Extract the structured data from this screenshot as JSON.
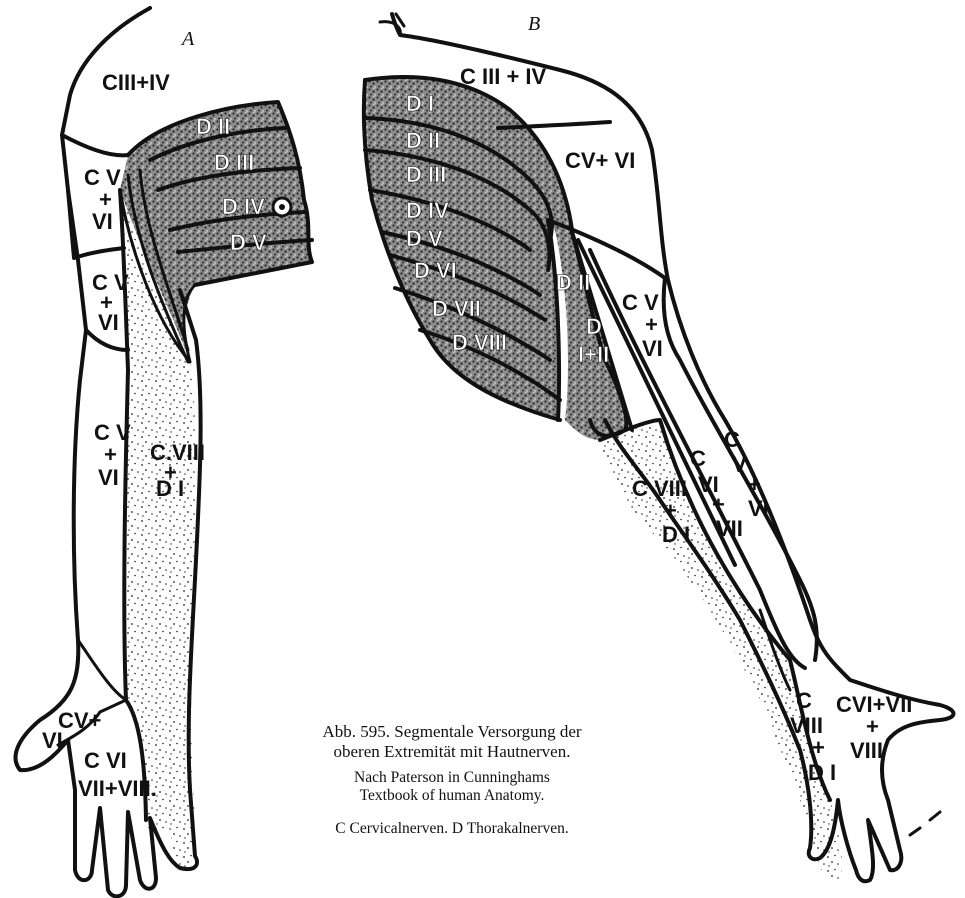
{
  "panel_labels": {
    "a": "A",
    "b": "B"
  },
  "labels_a": {
    "c3_4": "CIII+IV",
    "cv_vi_upper": [
      "C V",
      "+",
      "VI"
    ],
    "cv_vi_mid": [
      "C V",
      "+",
      "VI"
    ],
    "cv_vi_fore": [
      "C V",
      "+",
      "VI"
    ],
    "c8_d1": [
      "C.VIII",
      "+",
      "D I"
    ],
    "d2": "D II",
    "d3": "D III",
    "d4": "D IV",
    "d5": "D V",
    "cv_vi_hand": [
      "CV+",
      "VI"
    ],
    "c6_78": [
      "C VI",
      "VII+VIII."
    ]
  },
  "labels_b": {
    "c3_4": "C III + IV",
    "cv_vi_sh": "CV+ VI",
    "d1": "D I",
    "d2": "D II",
    "d3": "D III",
    "d4": "D IV",
    "d5": "D V",
    "d6": "D VI",
    "d7": "D VII",
    "d8": "D VIII",
    "d2b": "D II",
    "d12": [
      "D",
      "I+II"
    ],
    "cv_vi_arm": [
      "C V",
      "+",
      "VI"
    ],
    "c6_7": [
      "C",
      "VI",
      "+",
      "VII"
    ],
    "cv_vi_low": [
      "C",
      "V",
      "+",
      "VI"
    ],
    "c8_d1": [
      "C VIII",
      "+",
      "D I"
    ],
    "c8_d1_hand": [
      "C",
      "VIII",
      "+",
      "D I"
    ],
    "c6_8_hand": [
      "CVI+VII",
      "+",
      "VIII"
    ]
  },
  "caption": {
    "title_line1": "Abb. 595.  Segmentale Versorgung der",
    "title_line2": "oberen Extremität mit Hautnerven.",
    "source_line1": "Nach Paterson in Cunninghams",
    "source_line2": "Textbook of human Anatomy.",
    "legend": "C Cervicalnerven.   D Thorakalnerven."
  }
}
